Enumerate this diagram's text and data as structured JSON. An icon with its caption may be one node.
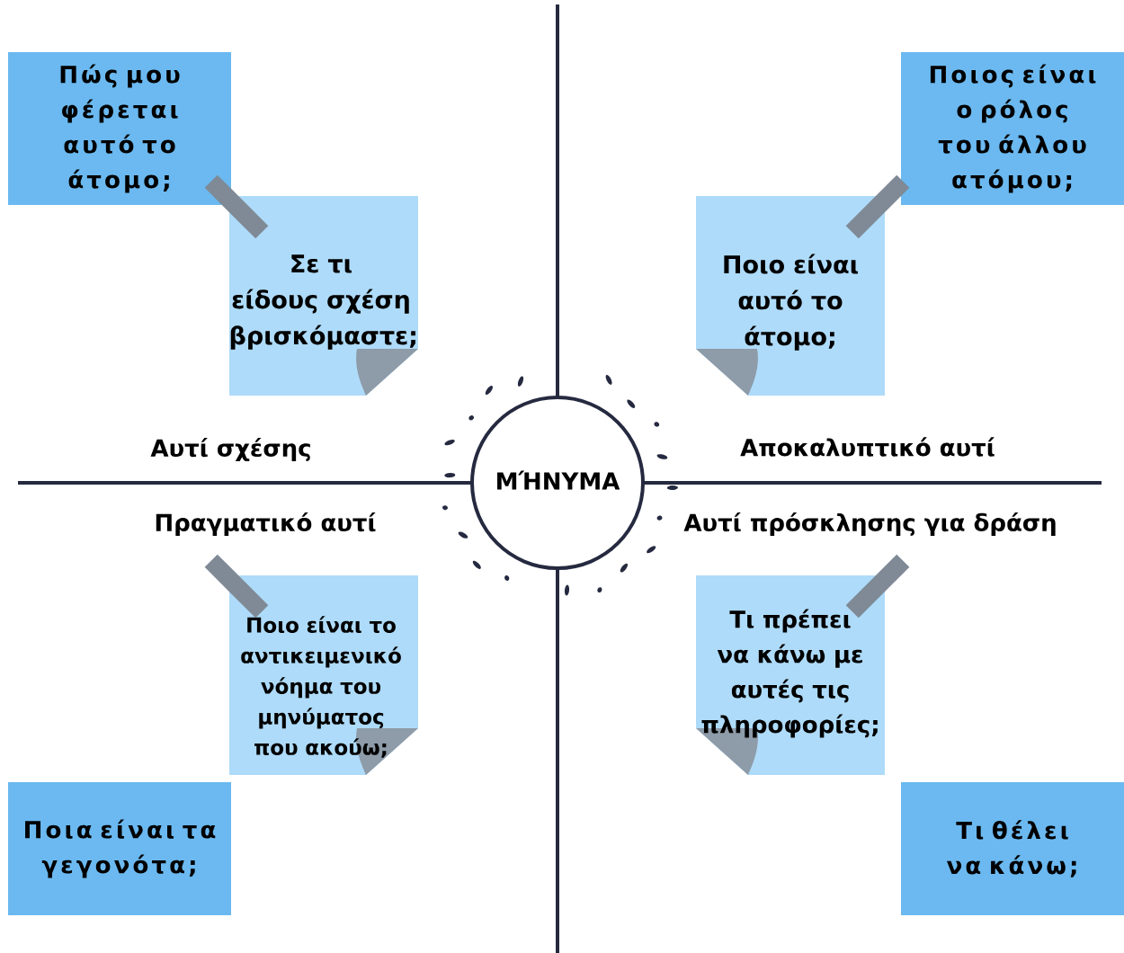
{
  "diagram": {
    "nodes": [
      {
        "text": [
          "Πώς μου φέρεται αυτό το άτομο;"
        ]
      },
      {
        "text": [
          "Ποιος είναι ο ρόλος του άλλου ατόμου;"
        ]
      },
      {
        "text": [
          "Σε τι είδους σχέση βρισκόμαστε;"
        ]
      },
      {
        "text": [
          "Ποιο είναι αυτό το άτομο;"
        ]
      },
      {
        "text": [
          "ΜΉΝΥΜΑ"
        ]
      },
      {
        "text": [
          "Ποιο είναι το αντικειμενικό νόημα του μηνύματος που ακούω;"
        ]
      },
      {
        "text": [
          "Τι πρέπει να κάνω με αυτές τις πληροφορίες;"
        ]
      },
      {
        "text": [
          "Ποια είναι τα γεγονότα;"
        ]
      },
      {
        "text": [
          "Τι θέλει να κάνω;"
        ]
      }
    ],
    "labels": [
      "Αυτί σχέσης",
      "Αποκαλυπτικό αυτί",
      "Πραγματικό αυτί",
      "Αυτί πρόσκλησης για δράση"
    ]
  }
}
